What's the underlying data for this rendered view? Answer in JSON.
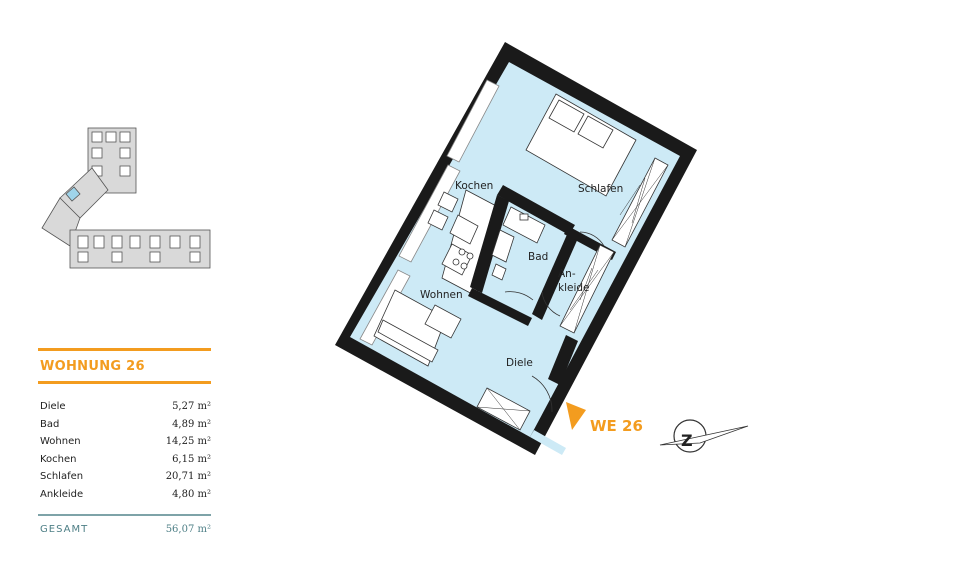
{
  "unit": {
    "title": "WOHNUNG 26",
    "marker_label": "WE 26"
  },
  "areas": [
    {
      "room": "Diele",
      "value": "5,27 m²"
    },
    {
      "room": "Bad",
      "value": "4,89 m²"
    },
    {
      "room": "Wohnen",
      "value": "14,25 m²"
    },
    {
      "room": "Kochen",
      "value": "6,15 m²"
    },
    {
      "room": "Schlafen",
      "value": "20,71 m²"
    },
    {
      "room": "Ankleide",
      "value": "4,80 m²"
    }
  ],
  "total": {
    "label": "GESAMT",
    "value": "56,07 m²"
  },
  "rooms": {
    "kochen": "Kochen",
    "schlafen": "Schlafen",
    "bad": "Bad",
    "ankleide_1": "An-",
    "ankleide_2": "kleide",
    "wohnen": "Wohnen",
    "diele": "Diele"
  },
  "compass_letter": "Z",
  "colors": {
    "accent": "#f39c1f",
    "room_fill": "#cdeaf6",
    "wall": "#1a1a1a",
    "total_text": "#4e7f86"
  }
}
